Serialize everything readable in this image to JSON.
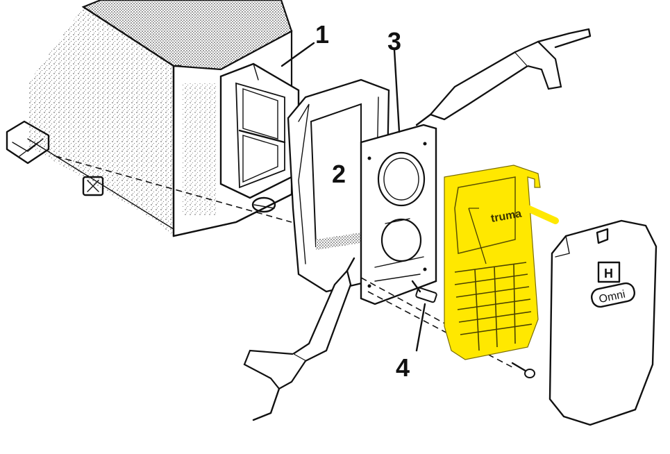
{
  "callouts": {
    "frame": "1",
    "seal": "2",
    "adapter_plate": "3",
    "screw": "4"
  },
  "cowl": {
    "brand": "truma",
    "logo": "H",
    "model": "Omni"
  },
  "colors": {
    "highlight": "#ffe800",
    "ink": "#111111",
    "paper": "#ffffff"
  }
}
